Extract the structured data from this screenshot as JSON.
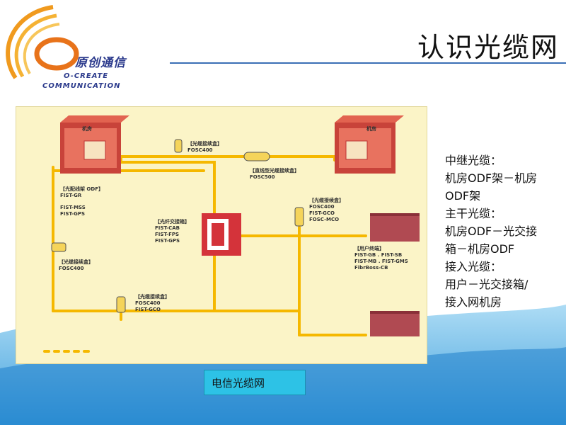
{
  "brand": {
    "name_cn": "原创通信",
    "name_en_line1": "O-CREATE",
    "name_en_line2": "COMMUNICATION"
  },
  "title": "认识光缆网",
  "diagram": {
    "room_left": "机房",
    "room_right": "机房",
    "odf": [
      "【光配线架 ODF】",
      "FIST-GR",
      "FIST-MSS",
      "FIST-GPS"
    ],
    "splice_top": [
      "【光缆接续盒】",
      "FOSC400"
    ],
    "splice_inline": [
      "【直线型光缆接续盒】",
      "FOSC500"
    ],
    "cabinet": [
      "【光纤交接箱】",
      "FIST-CAB",
      "FIST-FPS",
      "FIST-GPS"
    ],
    "splice_left": [
      "【光缆接续盒】",
      "FOSC400"
    ],
    "splice_bottom": [
      "【光缆接续盒】",
      "FOSC400",
      "FIST-GCO"
    ],
    "splice_right": [
      "【光缆接续盒】",
      "FOSC400",
      "FIST-GCO",
      "FOSC-MCO"
    ],
    "user_terminal": [
      "【用户终端】",
      "FIST-GB . FIST-SB",
      "FIST-MB . FIST-GMS",
      "FibrBoss-CB"
    ]
  },
  "notes": [
    "中继光缆：",
    "机房ODF架－机房",
    "ODF架",
    "主干光缆：",
    "机房ODF－光交接",
    "箱－机房ODF",
    "接入光缆：",
    "用户－光交接箱/",
    "接入网机房"
  ],
  "caption": "电信光缆网",
  "colors": {
    "cable": "#f5b800",
    "diagram_bg": "#fbf4c7",
    "caption_bg": "#2dc2e6",
    "accent": "#e8731a"
  }
}
